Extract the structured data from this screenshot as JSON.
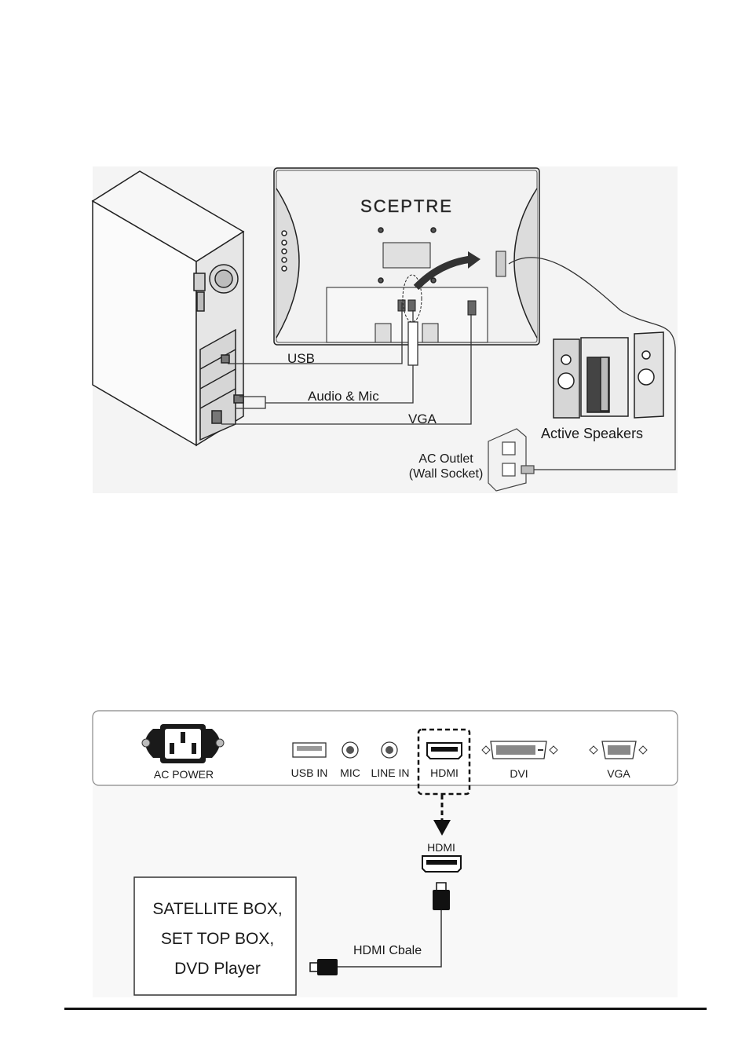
{
  "diagram1": {
    "brand": "SCEPTRE",
    "labels": {
      "usb": "USB",
      "audio_mic": "Audio & Mic",
      "vga": "VGA",
      "active_speakers": "Active Speakers",
      "ac_outlet_line1": "AC Outlet",
      "ac_outlet_line2": "(Wall Socket)"
    }
  },
  "diagram2": {
    "panel_ports": {
      "ac_power": "AC POWER",
      "usb_in": "USB IN",
      "mic": "MIC",
      "line_in": "LINE IN",
      "hdmi": "HDMI",
      "dvi": "DVI",
      "vga": "VGA"
    },
    "hdmi_label": "HDMI",
    "cable_label": "HDMI Cbale",
    "source_box": {
      "line1": "SATELLITE BOX,",
      "line2": "SET TOP BOX,",
      "line3": "DVD Player"
    }
  }
}
